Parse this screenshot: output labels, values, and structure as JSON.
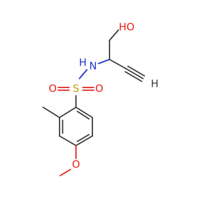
{
  "molecule": {
    "atoms": {
      "hydroxyl": "HO",
      "amine": "N",
      "amine_h": "H",
      "sulfur": "S",
      "sulfonyl_o_left": "O",
      "sulfonyl_o_right": "O",
      "alkyne_h": "H",
      "methoxy_o": "O"
    },
    "colors": {
      "oxygen": "#e8221e",
      "nitrogen": "#2233cc",
      "sulfur": "#c8a000",
      "carbon": "#3a3a3a",
      "hydrogen": "#3a3a3a"
    }
  }
}
